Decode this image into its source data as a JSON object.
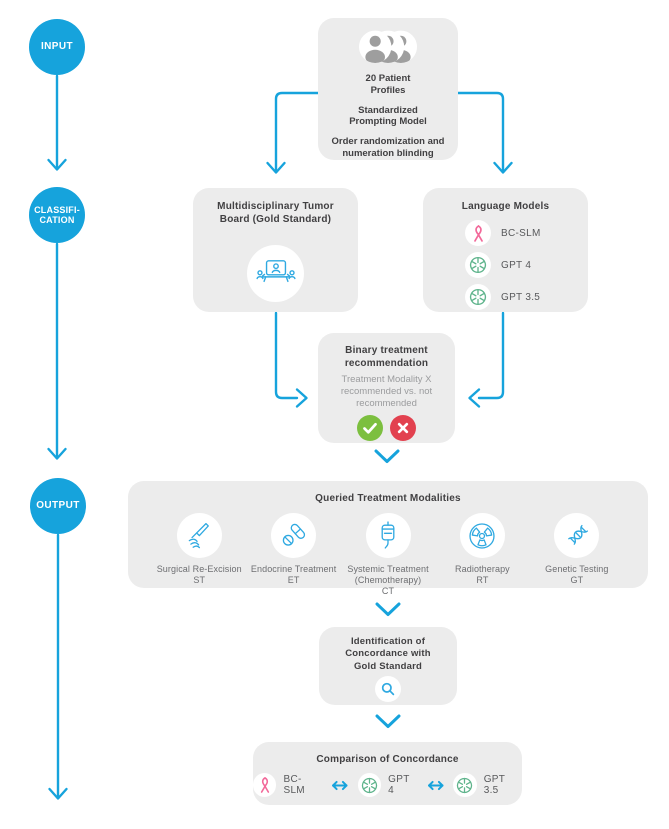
{
  "palette": {
    "accent_blue": "#16a3dc",
    "icon_blue": "#2fa9e1",
    "box_gray": "#ececec",
    "dark_text": "#414042",
    "muted_text": "#9b9c9e",
    "person_gray": "#9e9e9e",
    "check_green": "#7cbf3f",
    "cross_red": "#e2414f",
    "ribbon_pink": "#f2699a",
    "openai_green": "#5fb48c"
  },
  "rail": {
    "input": "INPUT",
    "classification_line1": "CLASSIFI-",
    "classification_line2": "CATION",
    "output": "OUTPUT"
  },
  "patient_box": {
    "icon": "patients-group-icon",
    "p1": "20 Patient Profiles",
    "p2": "Standardized Prompting Model",
    "p3": "Order randomization and numeration blinding"
  },
  "tumor_board_box": {
    "title": "Multidisciplinary Tumor Board (Gold Standard)",
    "icon": "tumor-board-meeting-icon"
  },
  "language_models_box": {
    "title": "Language Models",
    "models": [
      {
        "name": "BC-SLM",
        "icon": "pink-ribbon-icon"
      },
      {
        "name": "GPT 4",
        "icon": "openai-icon"
      },
      {
        "name": "GPT 3.5",
        "icon": "openai-icon"
      }
    ]
  },
  "binary_box": {
    "title": "Binary treatment recommendation",
    "subtitle": "Treatment Modality X recommended vs. not recommended",
    "icons": [
      "check-icon",
      "cross-icon"
    ]
  },
  "modalities_box": {
    "title": "Queried Treatment Modalities",
    "items": [
      {
        "label": "Surgical Re-Excision",
        "code": "ST",
        "icon": "scalpel-icon"
      },
      {
        "label": "Endocrine Treatment",
        "code": "ET",
        "icon": "pills-icon"
      },
      {
        "label": "Systemic Treatment (Chemotherapy)",
        "code": "CT",
        "icon": "iv-drip-icon"
      },
      {
        "label": "Radiotherapy",
        "code": "RT",
        "icon": "radiation-icon"
      },
      {
        "label": "Genetic Testing",
        "code": "GT",
        "icon": "dna-icon"
      }
    ]
  },
  "identification_box": {
    "title": "Identification of Concordance with Gold Standard",
    "icon": "magnifier-icon"
  },
  "comparison_box": {
    "title": "Comparison of Concordance",
    "models": [
      {
        "name": "BC-SLM",
        "icon": "pink-ribbon-icon"
      },
      {
        "name": "GPT 4",
        "icon": "openai-icon"
      },
      {
        "name": "GPT 3.5",
        "icon": "openai-icon"
      }
    ]
  }
}
